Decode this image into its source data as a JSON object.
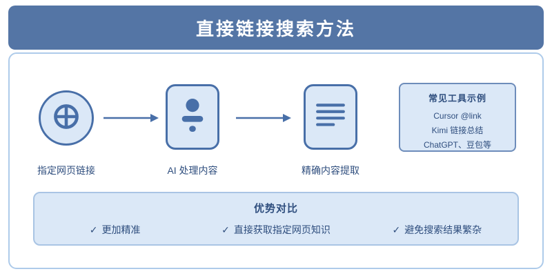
{
  "colors": {
    "header_bg": "#5475a5",
    "accent": "#486fa8",
    "node_fill": "#dbe8f7",
    "card_border": "#aecbea",
    "panel_fill": "#dbe8f7",
    "panel_border": "#a9c4e4",
    "text": "#2f4e7e"
  },
  "header": {
    "title": "直接链接搜索方法"
  },
  "flow": {
    "steps": [
      {
        "label": "指定网页链接",
        "icon": "globe-link-icon"
      },
      {
        "label": "AI 处理内容",
        "icon": "ai-person-icon"
      },
      {
        "label": "精确内容提取",
        "icon": "content-lines-icon"
      }
    ]
  },
  "tools_panel": {
    "title": "常见工具示例",
    "items": [
      "Cursor @link",
      "Kimi 链接总结",
      "ChatGPT、豆包等"
    ]
  },
  "benefits_panel": {
    "title": "优势对比",
    "check": "✓",
    "items": [
      "更加精准",
      "直接获取指定网页知识",
      "避免搜索结果繁杂"
    ]
  }
}
